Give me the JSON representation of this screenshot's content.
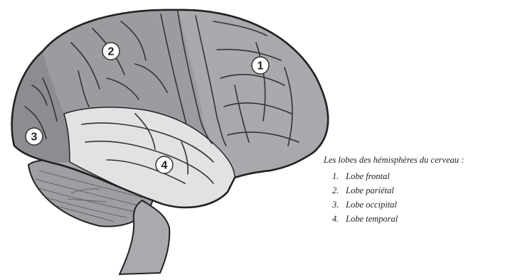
{
  "legend": {
    "title": "Les lobes des hémisphères du cerveau :",
    "items": [
      {
        "number": "1.",
        "label": "Lobe frontal"
      },
      {
        "number": "2.",
        "label": "Lobe pariétal"
      },
      {
        "number": "3.",
        "label": "Lobe occipital"
      },
      {
        "number": "4.",
        "label": "Lobe temporal"
      }
    ]
  },
  "badges": {
    "frontal": "1",
    "parietal": "2",
    "occipital": "3",
    "temporal": "4"
  },
  "colors": {
    "frontal": "#a7a9ac",
    "parietal": "#9a9c9f",
    "occipital": "#8b8d90",
    "temporal": "#e1e2e3",
    "cerebellum": "#9d9fa2",
    "stem": "#a8aaad",
    "outline": "#222222"
  }
}
